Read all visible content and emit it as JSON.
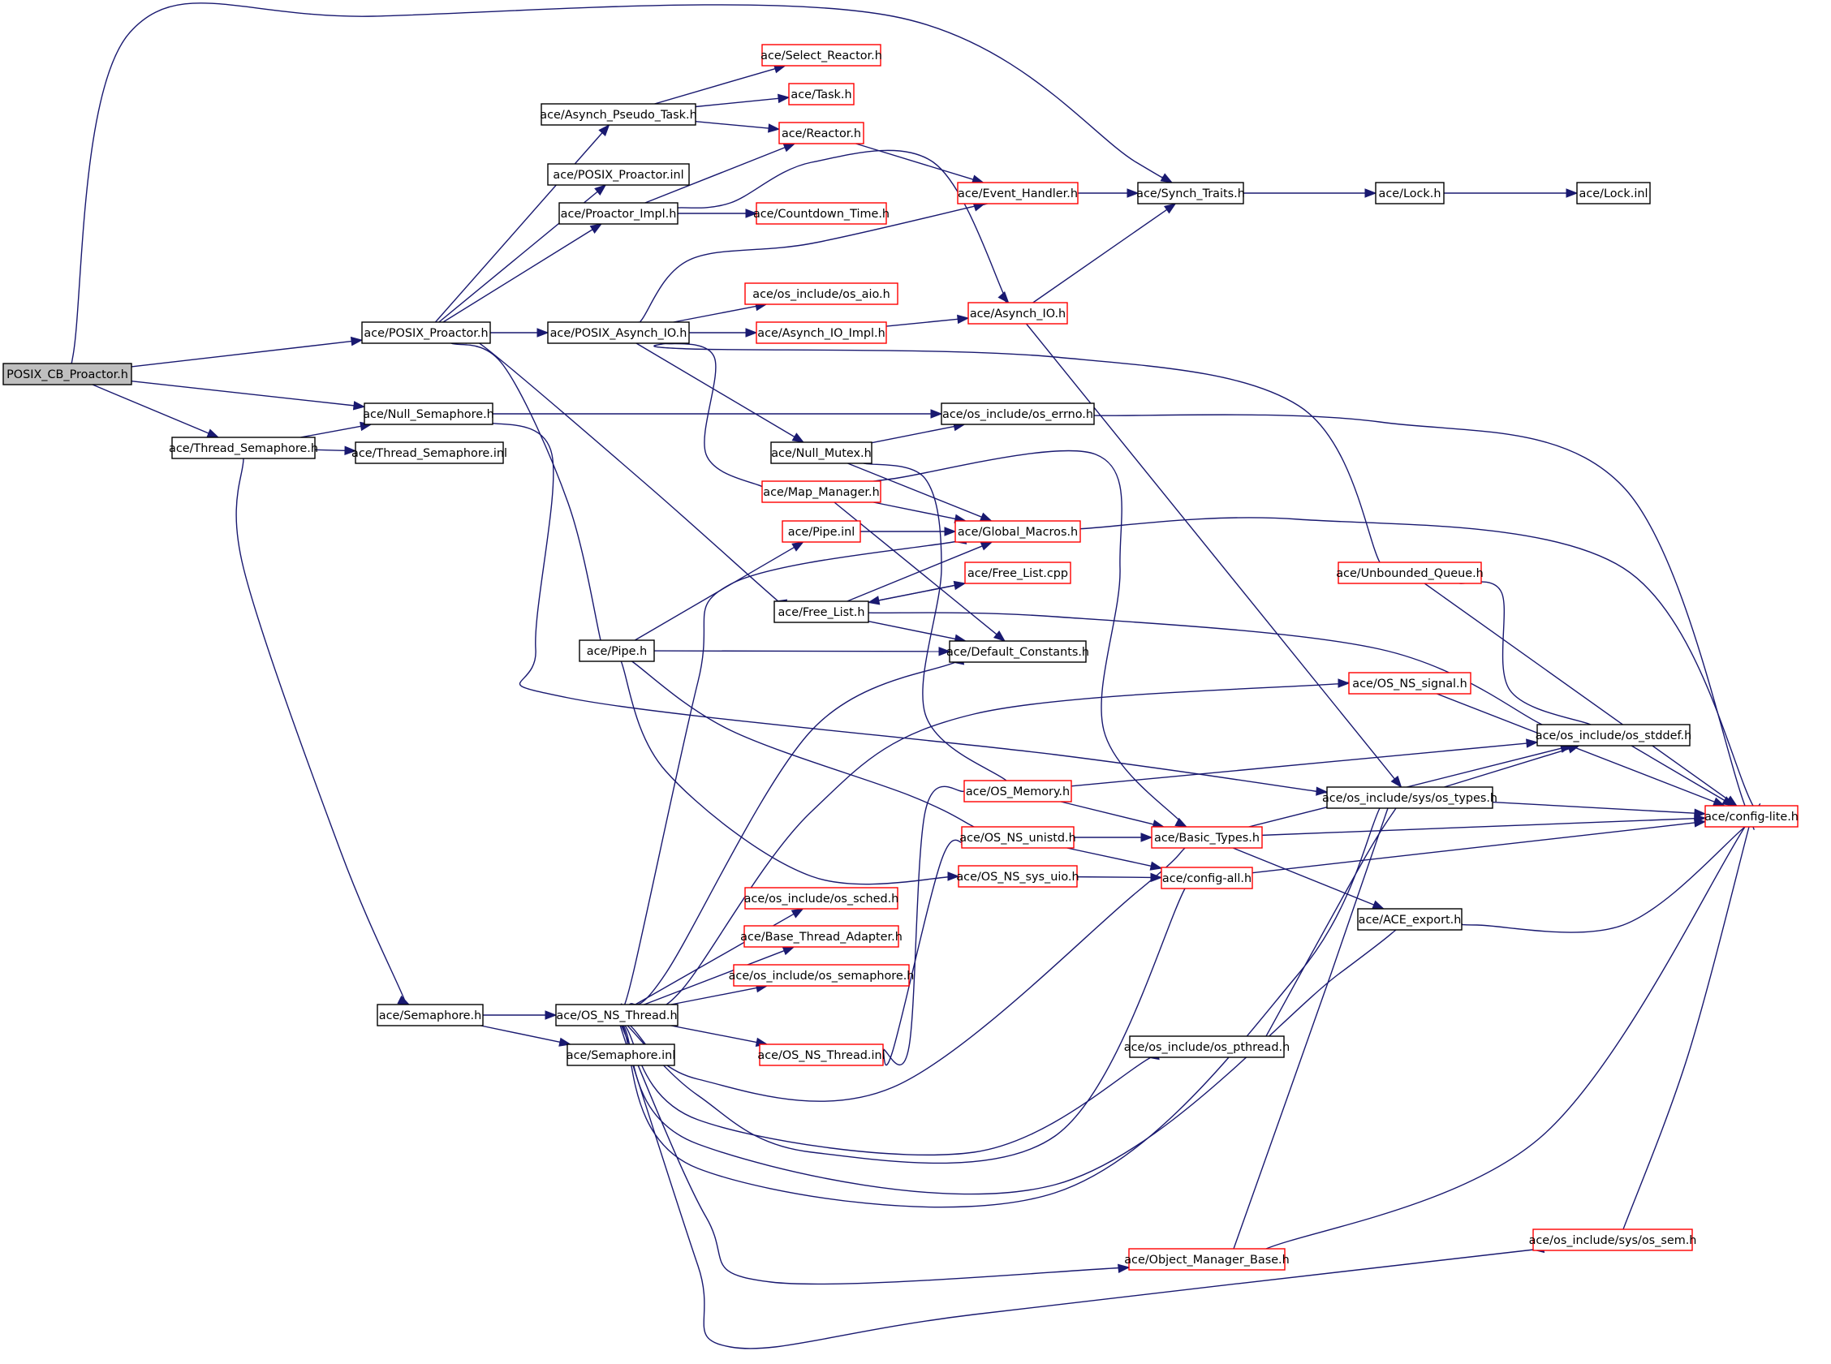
{
  "graph": {
    "colors": {
      "edge": "#191970",
      "node_border_documented": "#000000",
      "node_border_undocumented": "#ff0000",
      "root_fill": "#bfbfbf"
    },
    "nodes": [
      {
        "id": "posix_cb_proactor",
        "label": "POSIX_CB_Proactor.h",
        "style": "root"
      },
      {
        "id": "posix_proactor",
        "label": "ace/POSIX_Proactor.h",
        "style": "black"
      },
      {
        "id": "null_semaphore",
        "label": "ace/Null_Semaphore.h",
        "style": "black"
      },
      {
        "id": "thread_semaphore",
        "label": "ace/Thread_Semaphore.h",
        "style": "black"
      },
      {
        "id": "thread_semaphore_inl",
        "label": "ace/Thread_Semaphore.inl",
        "style": "black"
      },
      {
        "id": "asynch_pseudo_task",
        "label": "ace/Asynch_Pseudo_Task.h",
        "style": "black"
      },
      {
        "id": "posix_proactor_inl",
        "label": "ace/POSIX_Proactor.inl",
        "style": "black"
      },
      {
        "id": "proactor_impl",
        "label": "ace/Proactor_Impl.h",
        "style": "black"
      },
      {
        "id": "posix_asynch_io",
        "label": "ace/POSIX_Asynch_IO.h",
        "style": "black"
      },
      {
        "id": "select_reactor",
        "label": "ace/Select_Reactor.h",
        "style": "red"
      },
      {
        "id": "task",
        "label": "ace/Task.h",
        "style": "red"
      },
      {
        "id": "reactor",
        "label": "ace/Reactor.h",
        "style": "red"
      },
      {
        "id": "countdown_time",
        "label": "ace/Countdown_Time.h",
        "style": "red"
      },
      {
        "id": "event_handler",
        "label": "ace/Event_Handler.h",
        "style": "red"
      },
      {
        "id": "synch_traits",
        "label": "ace/Synch_Traits.h",
        "style": "black"
      },
      {
        "id": "lock_h",
        "label": "ace/Lock.h",
        "style": "black"
      },
      {
        "id": "lock_inl",
        "label": "ace/Lock.inl",
        "style": "black"
      },
      {
        "id": "os_aio",
        "label": "ace/os_include/os_aio.h",
        "style": "red"
      },
      {
        "id": "asynch_io_impl",
        "label": "ace/Asynch_IO_Impl.h",
        "style": "red"
      },
      {
        "id": "asynch_io",
        "label": "ace/Asynch_IO.h",
        "style": "red"
      },
      {
        "id": "os_errno",
        "label": "ace/os_include/os_errno.h",
        "style": "black"
      },
      {
        "id": "null_mutex",
        "label": "ace/Null_Mutex.h",
        "style": "black"
      },
      {
        "id": "map_manager",
        "label": "ace/Map_Manager.h",
        "style": "red"
      },
      {
        "id": "global_macros",
        "label": "ace/Global_Macros.h",
        "style": "red"
      },
      {
        "id": "pipe_inl",
        "label": "ace/Pipe.inl",
        "style": "red"
      },
      {
        "id": "free_list_cpp",
        "label": "ace/Free_List.cpp",
        "style": "red"
      },
      {
        "id": "free_list_h",
        "label": "ace/Free_List.h",
        "style": "black"
      },
      {
        "id": "unbounded_queue",
        "label": "ace/Unbounded_Queue.h",
        "style": "red"
      },
      {
        "id": "pipe_h",
        "label": "ace/Pipe.h",
        "style": "black"
      },
      {
        "id": "default_constants",
        "label": "ace/Default_Constants.h",
        "style": "black"
      },
      {
        "id": "os_ns_signal",
        "label": "ace/OS_NS_signal.h",
        "style": "red"
      },
      {
        "id": "os_stddef",
        "label": "ace/os_include/os_stddef.h",
        "style": "black"
      },
      {
        "id": "os_memory",
        "label": "ace/OS_Memory.h",
        "style": "red"
      },
      {
        "id": "sys_os_types",
        "label": "ace/os_include/sys/os_types.h",
        "style": "black"
      },
      {
        "id": "config_lite",
        "label": "ace/config-lite.h",
        "style": "red"
      },
      {
        "id": "os_ns_unistd",
        "label": "ace/OS_NS_unistd.h",
        "style": "red"
      },
      {
        "id": "basic_types",
        "label": "ace/Basic_Types.h",
        "style": "red"
      },
      {
        "id": "os_ns_sys_uio",
        "label": "ace/OS_NS_sys_uio.h",
        "style": "red"
      },
      {
        "id": "config_all",
        "label": "ace/config-all.h",
        "style": "red"
      },
      {
        "id": "os_sched",
        "label": "ace/os_include/os_sched.h",
        "style": "red"
      },
      {
        "id": "ace_export",
        "label": "ace/ACE_export.h",
        "style": "black"
      },
      {
        "id": "base_thread_adapter",
        "label": "ace/Base_Thread_Adapter.h",
        "style": "red"
      },
      {
        "id": "os_semaphore",
        "label": "ace/os_include/os_semaphore.h",
        "style": "red"
      },
      {
        "id": "semaphore_h",
        "label": "ace/Semaphore.h",
        "style": "black"
      },
      {
        "id": "os_ns_thread_h",
        "label": "ace/OS_NS_Thread.h",
        "style": "black"
      },
      {
        "id": "semaphore_inl",
        "label": "ace/Semaphore.inl",
        "style": "black"
      },
      {
        "id": "os_ns_thread_inl",
        "label": "ace/OS_NS_Thread.inl",
        "style": "red"
      },
      {
        "id": "os_pthread",
        "label": "ace/os_include/os_pthread.h",
        "style": "black"
      },
      {
        "id": "object_manager_base",
        "label": "ace/Object_Manager_Base.h",
        "style": "red"
      },
      {
        "id": "sys_os_sem",
        "label": "ace/os_include/sys/os_sem.h",
        "style": "red"
      }
    ],
    "edges": [
      {
        "from": "posix_cb_proactor",
        "to": "posix_proactor"
      },
      {
        "from": "posix_cb_proactor",
        "to": "null_semaphore"
      },
      {
        "from": "posix_cb_proactor",
        "to": "thread_semaphore"
      },
      {
        "from": "posix_cb_proactor",
        "to": "synch_traits"
      },
      {
        "from": "posix_proactor",
        "to": "asynch_pseudo_task"
      },
      {
        "from": "posix_proactor",
        "to": "posix_proactor_inl"
      },
      {
        "from": "posix_proactor",
        "to": "proactor_impl"
      },
      {
        "from": "posix_proactor",
        "to": "posix_asynch_io"
      },
      {
        "from": "posix_proactor",
        "to": "pipe_h"
      },
      {
        "from": "posix_proactor",
        "to": "free_list_h"
      },
      {
        "from": "asynch_pseudo_task",
        "to": "select_reactor"
      },
      {
        "from": "asynch_pseudo_task",
        "to": "task"
      },
      {
        "from": "asynch_pseudo_task",
        "to": "reactor"
      },
      {
        "from": "proactor_impl",
        "to": "reactor"
      },
      {
        "from": "proactor_impl",
        "to": "countdown_time"
      },
      {
        "from": "proactor_impl",
        "to": "asynch_io"
      },
      {
        "from": "reactor",
        "to": "event_handler"
      },
      {
        "from": "event_handler",
        "to": "synch_traits"
      },
      {
        "from": "synch_traits",
        "to": "lock_h"
      },
      {
        "from": "lock_h",
        "to": "lock_inl"
      },
      {
        "from": "posix_asynch_io",
        "to": "event_handler"
      },
      {
        "from": "posix_asynch_io",
        "to": "os_aio"
      },
      {
        "from": "posix_asynch_io",
        "to": "asynch_io_impl"
      },
      {
        "from": "posix_asynch_io",
        "to": "null_mutex"
      },
      {
        "from": "posix_asynch_io",
        "to": "map_manager"
      },
      {
        "from": "posix_asynch_io",
        "to": "unbounded_queue"
      },
      {
        "from": "asynch_io_impl",
        "to": "asynch_io"
      },
      {
        "from": "asynch_io",
        "to": "synch_traits"
      },
      {
        "from": "asynch_io",
        "to": "sys_os_types"
      },
      {
        "from": "null_semaphore",
        "to": "os_errno"
      },
      {
        "from": "null_semaphore",
        "to": "sys_os_types"
      },
      {
        "from": "thread_semaphore",
        "to": "null_semaphore"
      },
      {
        "from": "thread_semaphore",
        "to": "thread_semaphore_inl"
      },
      {
        "from": "thread_semaphore",
        "to": "semaphore_h"
      },
      {
        "from": "os_errno",
        "to": "config_lite"
      },
      {
        "from": "null_mutex",
        "to": "os_errno"
      },
      {
        "from": "null_mutex",
        "to": "global_macros"
      },
      {
        "from": "null_mutex",
        "to": "os_memory"
      },
      {
        "from": "map_manager",
        "to": "global_macros"
      },
      {
        "from": "map_manager",
        "to": "default_constants"
      },
      {
        "from": "map_manager",
        "to": "basic_types"
      },
      {
        "from": "global_macros",
        "to": "config_lite"
      },
      {
        "from": "pipe_h",
        "to": "pipe_inl"
      },
      {
        "from": "pipe_h",
        "to": "default_constants"
      },
      {
        "from": "pipe_h",
        "to": "os_ns_unistd"
      },
      {
        "from": "pipe_h",
        "to": "os_ns_sys_uio"
      },
      {
        "from": "pipe_inl",
        "to": "global_macros"
      },
      {
        "from": "free_list_h",
        "to": "global_macros"
      },
      {
        "from": "free_list_h",
        "to": "free_list_cpp"
      },
      {
        "from": "free_list_h",
        "to": "default_constants"
      },
      {
        "from": "free_list_h",
        "to": "os_stddef"
      },
      {
        "from": "free_list_cpp",
        "to": "free_list_h"
      },
      {
        "from": "unbounded_queue",
        "to": "os_stddef"
      },
      {
        "from": "unbounded_queue",
        "to": "config_lite"
      },
      {
        "from": "os_ns_signal",
        "to": "config_lite"
      },
      {
        "from": "os_stddef",
        "to": "config_lite"
      },
      {
        "from": "os_memory",
        "to": "basic_types"
      },
      {
        "from": "os_memory",
        "to": "os_stddef"
      },
      {
        "from": "os_ns_unistd",
        "to": "basic_types"
      },
      {
        "from": "os_ns_unistd",
        "to": "config_all"
      },
      {
        "from": "os_ns_sys_uio",
        "to": "config_all"
      },
      {
        "from": "basic_types",
        "to": "os_stddef"
      },
      {
        "from": "basic_types",
        "to": "config_lite"
      },
      {
        "from": "basic_types",
        "to": "ace_export"
      },
      {
        "from": "sys_os_types",
        "to": "config_lite"
      },
      {
        "from": "sys_os_types",
        "to": "os_stddef"
      },
      {
        "from": "config_all",
        "to": "config_lite"
      },
      {
        "from": "ace_export",
        "to": "config_lite"
      },
      {
        "from": "semaphore_h",
        "to": "os_ns_thread_h"
      },
      {
        "from": "semaphore_h",
        "to": "semaphore_inl"
      },
      {
        "from": "os_ns_thread_h",
        "to": "os_sched"
      },
      {
        "from": "os_ns_thread_h",
        "to": "base_thread_adapter"
      },
      {
        "from": "os_ns_thread_h",
        "to": "os_semaphore"
      },
      {
        "from": "os_ns_thread_h",
        "to": "os_ns_thread_inl"
      },
      {
        "from": "os_ns_thread_h",
        "to": "global_macros"
      },
      {
        "from": "os_ns_thread_h",
        "to": "default_constants"
      },
      {
        "from": "os_ns_thread_h",
        "to": "os_ns_signal"
      },
      {
        "from": "os_ns_thread_h",
        "to": "basic_types"
      },
      {
        "from": "os_ns_thread_h",
        "to": "config_all"
      },
      {
        "from": "os_ns_thread_h",
        "to": "os_pthread"
      },
      {
        "from": "os_ns_thread_h",
        "to": "ace_export"
      },
      {
        "from": "os_ns_thread_h",
        "to": "sys_os_types"
      },
      {
        "from": "os_ns_thread_h",
        "to": "object_manager_base"
      },
      {
        "from": "os_ns_thread_h",
        "to": "sys_os_sem"
      },
      {
        "from": "os_ns_thread_inl",
        "to": "os_memory"
      },
      {
        "from": "os_ns_thread_inl",
        "to": "os_ns_unistd"
      },
      {
        "from": "os_pthread",
        "to": "sys_os_types"
      },
      {
        "from": "object_manager_base",
        "to": "sys_os_types"
      },
      {
        "from": "object_manager_base",
        "to": "config_lite"
      },
      {
        "from": "sys_os_sem",
        "to": "config_lite"
      }
    ]
  }
}
